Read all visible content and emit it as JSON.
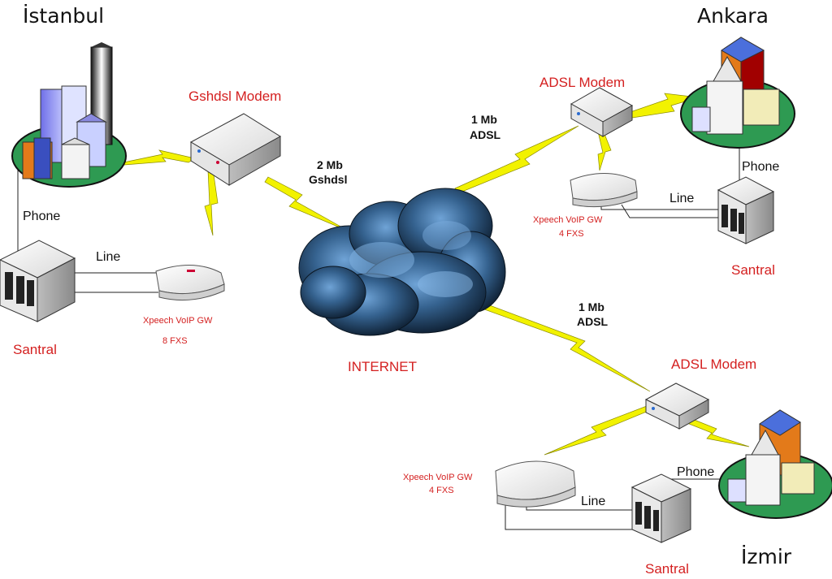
{
  "cities": {
    "istanbul": "İstanbul",
    "ankara": "Ankara",
    "izmir": "İzmir"
  },
  "istanbul": {
    "modem_label": "Gshdsl Modem",
    "gw_label": "Xpeech VoIP GW",
    "gw_ports": "8 FXS",
    "santral_label": "Santral",
    "phone_label": "Phone",
    "line_label": "Line",
    "link_speed": "2 Mb",
    "link_type": "Gshdsl"
  },
  "ankara": {
    "modem_label": "ADSL Modem",
    "gw_label": "Xpeech VoIP GW",
    "gw_ports": "4 FXS",
    "santral_label": "Santral",
    "phone_label": "Phone",
    "line_label": "Line",
    "link_speed": "1 Mb",
    "link_type": "ADSL"
  },
  "izmir": {
    "modem_label": "ADSL Modem",
    "gw_label": "Xpeech VoIP GW",
    "gw_ports": "4 FXS",
    "santral_label": "Santral",
    "phone_label": "Phone",
    "line_label": "Line",
    "link_speed": "1 Mb",
    "link_type": "ADSL"
  },
  "internet_label": "INTERNET",
  "colors": {
    "label_red": "#d42020",
    "lightning": "#f2f200",
    "cloud": "#2c4f73",
    "base_green": "#2e9a52"
  },
  "icons": {
    "bolt": "lightning-link-icon",
    "cloud": "internet-cloud-icon",
    "modem": "modem-icon",
    "gateway": "voip-gateway-icon",
    "santral": "pbx-server-icon",
    "city": "city-buildings-icon"
  }
}
